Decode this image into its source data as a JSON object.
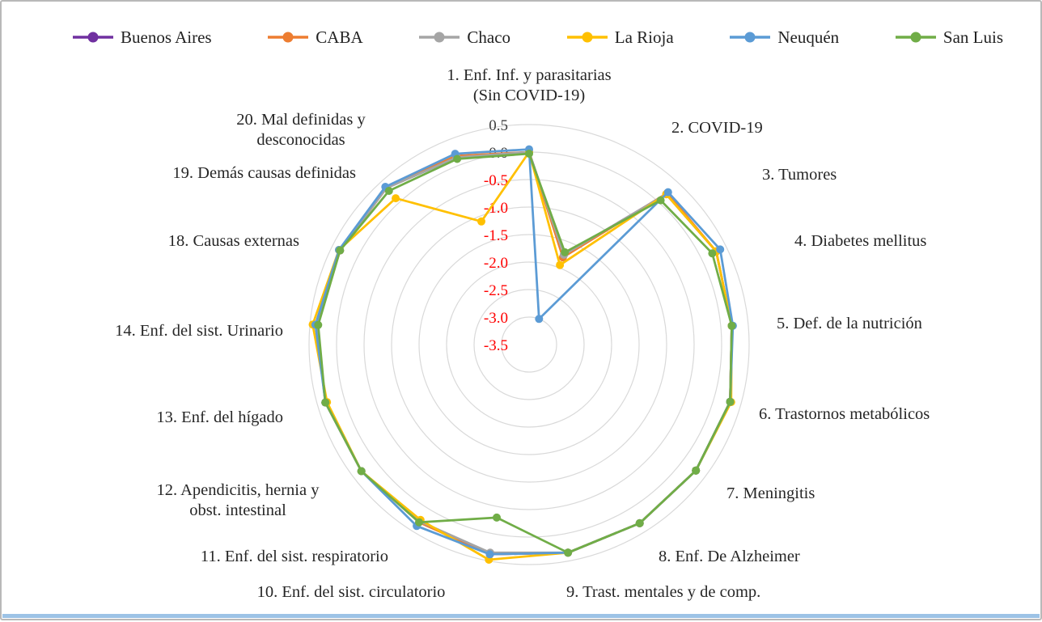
{
  "chart_data": {
    "type": "radar",
    "title": "",
    "grid": "circular",
    "legend_position": "top",
    "axes": [
      "1. Enf. Inf. y parasitarias\n(Sin COVID-19)",
      "2. COVID-19",
      "3. Tumores",
      "4. Diabetes mellitus",
      "5. Def. de la nutrición",
      "6. Trastornos metabólicos",
      "7. Meningitis",
      "8. Enf. De Alzheimer",
      "9. Trast. mentales y de comp.",
      "10. Enf. del sist. circulatorio",
      "11. Enf. del sist. respiratorio",
      "12. Apendicitis, hernia y\nobst. intestinal",
      "13. Enf. del hígado",
      "14. Enf. del sist. Urinario",
      "18. Causas externas",
      "19. Demás causas definidas",
      "20. Mal definidas y\ndesconocidas"
    ],
    "radial_axis": {
      "min": -3.5,
      "max": 0.5,
      "tick_step": 0.5,
      "tick_labels": [
        "0.5",
        "0.0",
        "-0.5",
        "-1.0",
        "-1.5",
        "-2.0",
        "-2.5",
        "-3.0",
        "-3.5"
      ],
      "positive_tick_color": "#3f3f3f",
      "negative_tick_color": "#FF0000"
    },
    "series": [
      {
        "name": "Buenos Aires",
        "color": "#7030A0",
        "values": [
          0.0,
          -1.75,
          0.2,
          0.3,
          0.2,
          0.3,
          0.3,
          0.32,
          0.35,
          0.38,
          0.28,
          0.32,
          0.35,
          0.38,
          0.34,
          0.35,
          0.15
        ]
      },
      {
        "name": "CABA",
        "color": "#ED7D31",
        "values": [
          0.0,
          -1.8,
          0.23,
          0.3,
          0.2,
          0.3,
          0.3,
          0.32,
          0.35,
          0.38,
          0.3,
          0.32,
          0.35,
          0.38,
          0.34,
          0.35,
          0.18
        ]
      },
      {
        "name": "Chaco",
        "color": "#A5A5A5",
        "values": [
          0.0,
          -1.75,
          0.2,
          0.3,
          0.2,
          0.3,
          0.3,
          0.32,
          0.35,
          0.35,
          0.28,
          0.32,
          0.35,
          0.38,
          0.34,
          0.35,
          0.15
        ]
      },
      {
        "name": "La Rioja",
        "color": "#FFC000",
        "values": [
          0.0,
          -1.95,
          0.2,
          0.3,
          0.2,
          0.32,
          0.3,
          0.32,
          0.35,
          0.48,
          0.25,
          0.32,
          0.32,
          0.45,
          0.36,
          0.1,
          -1.1
        ]
      },
      {
        "name": "Neuquén",
        "color": "#5B9BD5",
        "values": [
          0.05,
          -3.0,
          0.25,
          0.38,
          0.22,
          0.3,
          0.3,
          0.32,
          0.35,
          0.38,
          0.38,
          0.32,
          0.35,
          0.4,
          0.36,
          0.38,
          0.22
        ]
      },
      {
        "name": "San Luis",
        "color": "#70AD47",
        "values": [
          -0.03,
          -1.7,
          0.05,
          0.22,
          0.2,
          0.3,
          0.3,
          0.32,
          0.35,
          -0.3,
          0.3,
          0.32,
          0.35,
          0.35,
          0.34,
          0.28,
          0.12
        ]
      }
    ]
  }
}
